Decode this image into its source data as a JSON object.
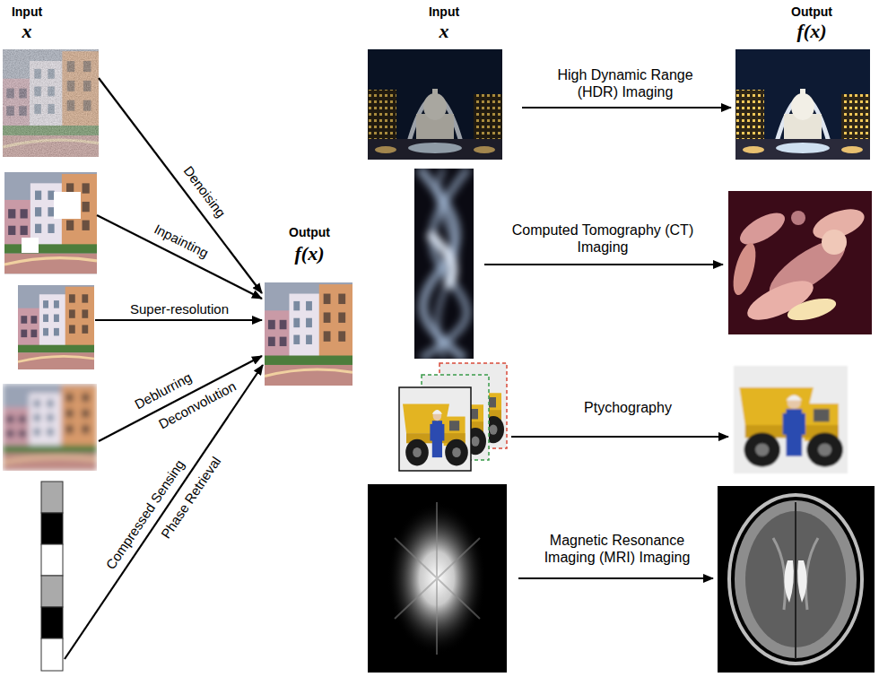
{
  "diagram": {
    "labels": [
      "Input",
      "x",
      "Input",
      "x",
      "Output",
      "f(x)",
      "High Dynamic Range (HDR) Imaging",
      "Denoising",
      "Output",
      "f(x)",
      "Inpainting",
      "Computed Tomography (CT) Imaging",
      "Super-resolution",
      "Deblurring",
      "Deconvolution",
      "Ptychography",
      "Compressed Sensing",
      "Phase Retrieval",
      "Magnetic Resonance Imaging (MRI) Imaging"
    ]
  }
}
